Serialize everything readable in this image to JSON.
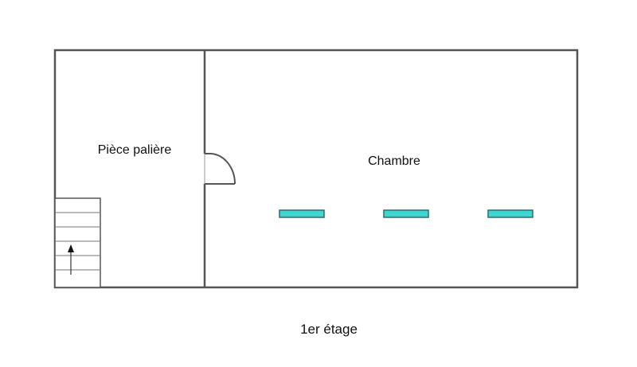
{
  "plan": {
    "rooms": {
      "landing_room": "Pièce palière",
      "bedroom": "Chambre"
    },
    "floor_label": "1er étage",
    "radiator_count": 3
  },
  "colors": {
    "walls": "#555555",
    "radiator_fill": "#40d6d0",
    "radiator_stroke": "#2a6f77",
    "text": "#111111"
  }
}
